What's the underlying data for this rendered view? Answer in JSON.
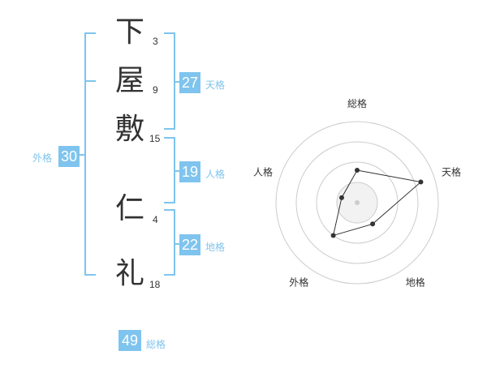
{
  "name": {
    "chars": [
      {
        "char": "下",
        "strokes": "3"
      },
      {
        "char": "屋",
        "strokes": "9"
      },
      {
        "char": "敷",
        "strokes": "15"
      },
      {
        "char": "仁",
        "strokes": "4"
      },
      {
        "char": "礼",
        "strokes": "18"
      }
    ]
  },
  "fortune": {
    "tenkaku": {
      "value": "27",
      "label": "天格"
    },
    "jinkaku": {
      "value": "19",
      "label": "人格"
    },
    "chikaku": {
      "value": "22",
      "label": "地格"
    },
    "gaikaku": {
      "value": "30",
      "label": "外格"
    },
    "soukaku": {
      "value": "49",
      "label": "総格"
    }
  },
  "radar": {
    "axes": [
      "総格",
      "天格",
      "地格",
      "外格",
      "人格"
    ],
    "levels": 4,
    "values": [
      1.6,
      3.3,
      1.3,
      2.0,
      0.8
    ],
    "max": 4,
    "colors": {
      "ring": "#cccccc",
      "fill": "#f2f2f2",
      "line": "#333333",
      "center": "#cccccc"
    }
  }
}
